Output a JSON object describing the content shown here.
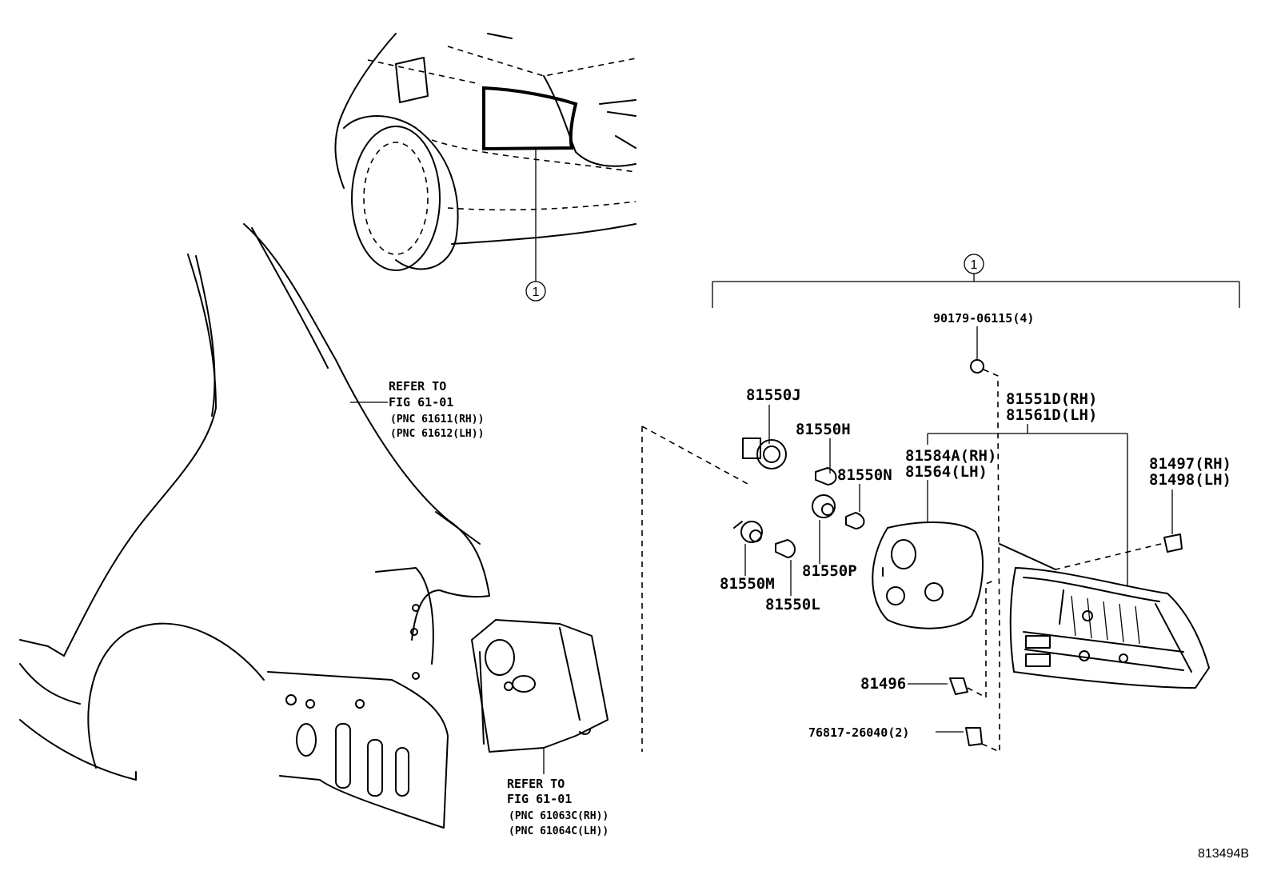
{
  "diagram": {
    "figure_code": "813494B",
    "callout_marker": "1",
    "references": [
      {
        "line1": "REFER TO",
        "line2": "FIG 61-01",
        "pnc_rh": "(PNC 61611(RH))",
        "pnc_lh": "(PNC 61612(LH))"
      },
      {
        "line1": "REFER TO",
        "line2": "FIG 61-01",
        "pnc_rh": "(PNC 61063C(RH))",
        "pnc_lh": "(PNC 61064C(LH))"
      }
    ],
    "parts": {
      "screw": "90179-06115(4)",
      "lens_rh": "81551D(RH)",
      "lens_lh": "81561D(LH)",
      "gasket_rh": "81584A(RH)",
      "gasket_lh": "81564(LH)",
      "cushion_rh": "81497(RH)",
      "cushion_lh": "81498(LH)",
      "socket_j": "81550J",
      "bulb_h": "81550H",
      "bulb_n": "81550N",
      "socket_m": "81550M",
      "socket_p": "81550P",
      "bulb_l": "81550L",
      "clip": "81496",
      "nut": "76817-26040(2)"
    }
  }
}
